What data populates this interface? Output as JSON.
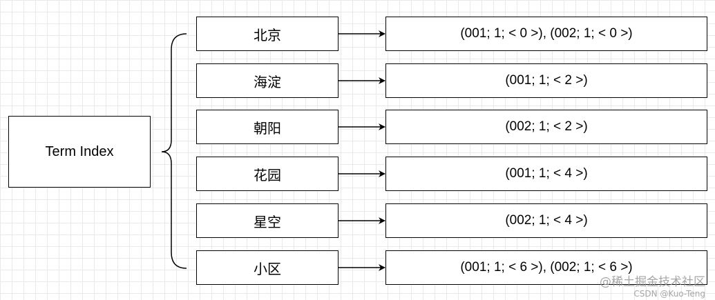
{
  "root": {
    "label": "Term Index"
  },
  "terms": [
    {
      "term": "北京",
      "posting": "(001; 1; < 0 >), (002; 1; < 0 >)"
    },
    {
      "term": "海淀",
      "posting": "(001; 1; < 2 >)"
    },
    {
      "term": "朝阳",
      "posting": "(002; 1; < 2 >)"
    },
    {
      "term": "花园",
      "posting": "(001; 1; < 4 >)"
    },
    {
      "term": "星空",
      "posting": "(002; 1; < 4 >)"
    },
    {
      "term": "小区",
      "posting": "(001; 1; < 6 >), (002; 1; < 6 >)"
    }
  ],
  "watermark": {
    "site": "@稀土掘金技术社区",
    "user": "CSDN @Kuo-Teng"
  },
  "colors": {
    "stroke": "#000000",
    "grid": "#e9e9e9",
    "background": "#ffffff"
  }
}
